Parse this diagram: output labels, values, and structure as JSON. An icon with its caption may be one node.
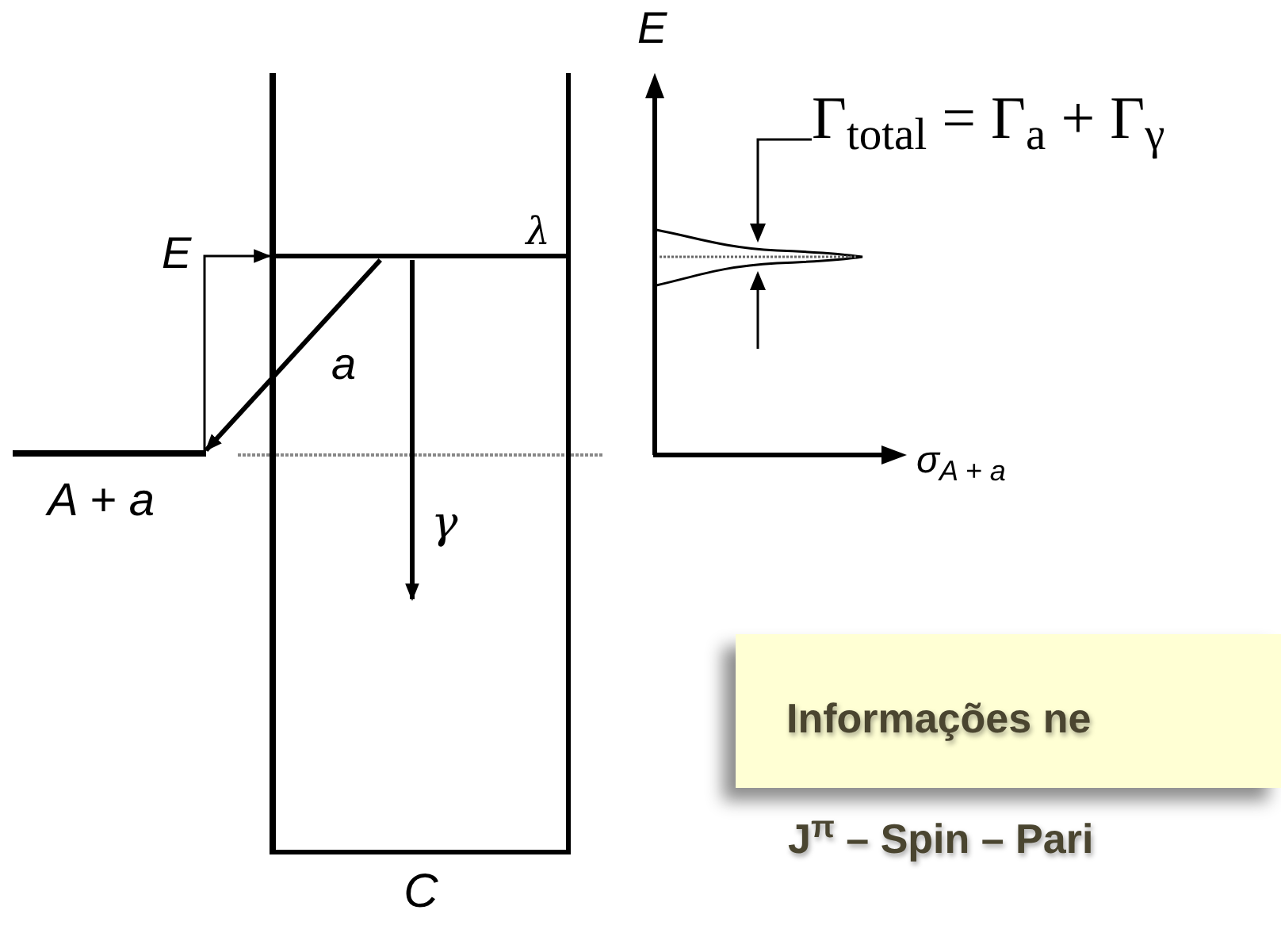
{
  "diagram": {
    "nodes": [
      {
        "text": [
          "C"
        ]
      },
      {
        "text": [
          "λ"
        ],
        "in": 0
      },
      {
        "text": [
          "A + a"
        ]
      },
      {
        "text": [
          "Informações ne"
        ],
        "beside": [
          "J$^{π}$ – Spin – Pari"
        ]
      }
    ],
    "edges": [
      {
        "from": 2,
        "to": 1,
        "arrow": "to",
        "label": "E"
      },
      {
        "from": 1,
        "to": 2,
        "arrow": "to",
        "label": "a"
      },
      {
        "from": 1,
        "to": null,
        "arrow": "to",
        "label": "γ"
      }
    ],
    "labels": [
      "E",
      "Γ$_{total}$ = Γ$_{a}$ + Γ$_{γ}$",
      "σ$_{A + a}$"
    ]
  }
}
